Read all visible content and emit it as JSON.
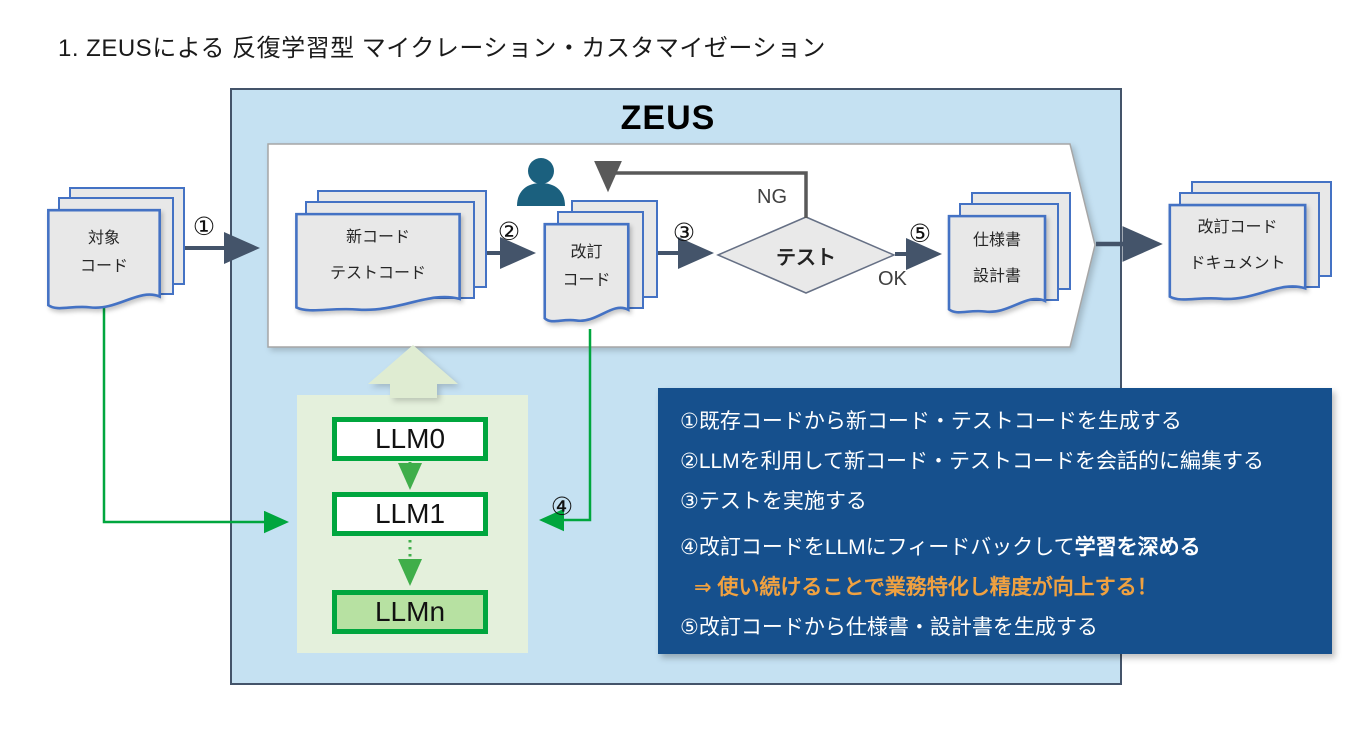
{
  "page": {
    "title": "1.  ZEUSによる 反復学習型 マイクレーション・カスタマイゼーション"
  },
  "zeus": {
    "label": "ZEUS"
  },
  "docs": {
    "target": {
      "line1": "対象",
      "line2": "コード"
    },
    "new": {
      "line1": "新コード",
      "line2": "テストコード"
    },
    "revised": {
      "line1": "改訂",
      "line2": "コード"
    },
    "spec": {
      "line1": "仕様書",
      "line2": "設計書"
    },
    "output": {
      "line1": "改訂コード",
      "line2": "ドキュメント"
    }
  },
  "flow": {
    "step1": "①",
    "step2": "②",
    "step3": "③",
    "step4": "④",
    "step5": "⑤",
    "test_label": "テスト",
    "ng_label": "NG",
    "ok_label": "OK"
  },
  "llm": {
    "llm0": "LLM0",
    "llm1": "LLM1",
    "llmn": "LLMn"
  },
  "notes": {
    "line1": "①既存コードから新コード・テストコードを生成する",
    "line2": "②LLMを利用して新コード・テストコードを会話的に編集する",
    "line3": "③テストを実施する",
    "line4_prefix": "④改訂コードをLLMにフィードバックして",
    "line4_bold": "学習を深める",
    "line5": "⇒  使い続けることで業務特化し精度が向上する！",
    "line6": "⑤改訂コードから仕様書・設計書を生成する"
  },
  "colors": {
    "panel_blue": "#C5E1F2",
    "notes_navy": "#16508D",
    "highlight_orange": "#F0A140",
    "llm_green_border": "#00A63E",
    "llm_fill_green": "#B7E1A2",
    "doc_border_blue": "#4472C4",
    "doc_fill_gray": "#E8E8E8",
    "arrow_slate": "#44546A",
    "loop_gray": "#595959",
    "person_teal": "#1B607E"
  }
}
